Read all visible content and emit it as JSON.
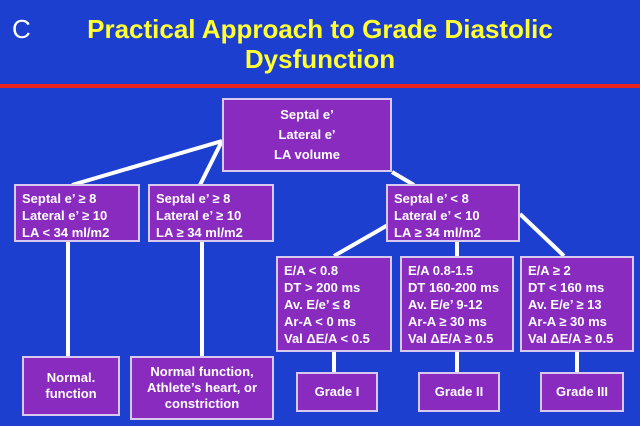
{
  "header": {
    "letter": "C",
    "title_line1": "Practical Approach to Grade Diastolic",
    "title_line2": "Dysfunction"
  },
  "colors": {
    "background": "#1c3fd0",
    "title": "#ffff33",
    "divider": "#e8231c",
    "box_fill": "#8a2bc0",
    "box_border": "#d9c8ef",
    "connector": "#ffffff"
  },
  "root": {
    "lines": [
      "Septal e’",
      "Lateral e’",
      "LA volume"
    ]
  },
  "level1": [
    {
      "lines": [
        "Septal e’ ≥ 8",
        "Lateral e’ ≥ 10",
        "LA  < 34 ml/m2"
      ]
    },
    {
      "lines": [
        "Septal e’ ≥ 8",
        "Lateral e’ ≥ 10",
        "LA ≥ 34 ml/m2"
      ]
    },
    {
      "lines": [
        "Septal e’ < 8",
        "Lateral e’ < 10",
        "LA ≥ 34 ml/m2"
      ]
    }
  ],
  "level2": [
    {
      "lines": [
        "E/A < 0.8",
        "DT > 200 ms",
        "Av. E/e’ ≤ 8",
        "Ar-A < 0 ms",
        "Val ΔE/A < 0.5"
      ]
    },
    {
      "lines": [
        "E/A  0.8-1.5",
        "DT 160-200 ms",
        "Av. E/e’  9-12",
        "Ar-A ≥ 30 ms",
        "Val ΔE/A ≥ 0.5"
      ]
    },
    {
      "lines": [
        "E/A ≥ 2",
        "DT < 160 ms",
        "Av. E/e’ ≥  13",
        "Ar-A ≥ 30 ms",
        "Val ΔE/A ≥ 0.5"
      ]
    }
  ],
  "leaves": [
    {
      "lines": [
        "Normal.",
        "function"
      ]
    },
    {
      "lines": [
        "Normal function,",
        "Athlete’s heart, or",
        "constriction"
      ]
    },
    {
      "lines": [
        "Grade I"
      ]
    },
    {
      "lines": [
        "Grade II"
      ]
    },
    {
      "lines": [
        "Grade III"
      ]
    }
  ]
}
